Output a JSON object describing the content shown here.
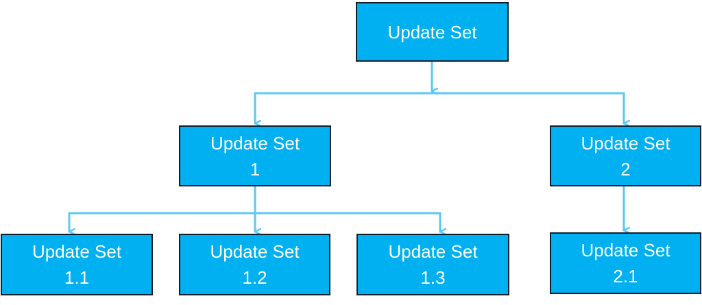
{
  "colors": {
    "node_fill": "#00b0f0",
    "node_border": "#0d1f2d",
    "node_text": "#ffffff",
    "connector": "#5bc8f5"
  },
  "nodes": {
    "root": {
      "line1": "Update Set",
      "line2": ""
    },
    "set_1": {
      "line1": "Update Set",
      "line2": "1"
    },
    "set_2": {
      "line1": "Update Set",
      "line2": "2"
    },
    "set_1_1": {
      "line1": "Update Set",
      "line2": "1.1"
    },
    "set_1_2": {
      "line1": "Update Set",
      "line2": "1.2"
    },
    "set_1_3": {
      "line1": "Update Set",
      "line2": "1.3"
    },
    "set_2_1": {
      "line1": "Update Set",
      "line2": "2.1"
    }
  },
  "edges": [
    {
      "from": "root",
      "to": "set_1"
    },
    {
      "from": "root",
      "to": "set_2"
    },
    {
      "from": "set_1",
      "to": "set_1_1"
    },
    {
      "from": "set_1",
      "to": "set_1_2"
    },
    {
      "from": "set_1",
      "to": "set_1_3"
    },
    {
      "from": "set_2",
      "to": "set_2_1"
    }
  ]
}
